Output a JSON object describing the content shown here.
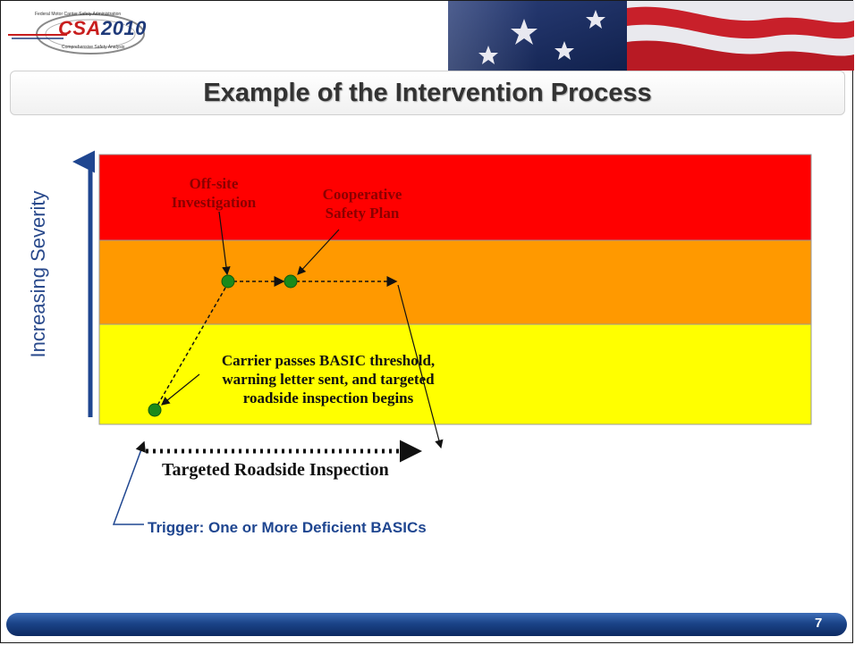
{
  "header": {
    "logo_text_csa": "CSA",
    "logo_text_year": "2010",
    "logo_small_line": "Federal Motor Carrier Safety Administration",
    "logo_sub_line": "Comprehensive Safety Analysis"
  },
  "slide": {
    "title": "Example of the Intervention Process",
    "y_axis_label": "Increasing Severity",
    "page_number": "7"
  },
  "diagram": {
    "bands": [
      {
        "name": "red",
        "color": "#ff0000"
      },
      {
        "name": "orange",
        "color": "#ff9900"
      },
      {
        "name": "yellow",
        "color": "#ffff00"
      }
    ],
    "annotations": {
      "offsite_line1": "Off-site",
      "offsite_line2": "Investigation",
      "csp_line1": "Cooperative",
      "csp_line2": "Safety Plan",
      "carrier_line1": "Carrier passes BASIC threshold,",
      "carrier_line2": "warning letter sent, and targeted",
      "carrier_line3": "roadside inspection begins"
    },
    "inspection_label": "Targeted Roadside Inspection",
    "trigger_label": "Trigger:  One or More Deficient BASICs",
    "dot_color": "#1a8a1a",
    "axis_color": "#1f4690"
  }
}
